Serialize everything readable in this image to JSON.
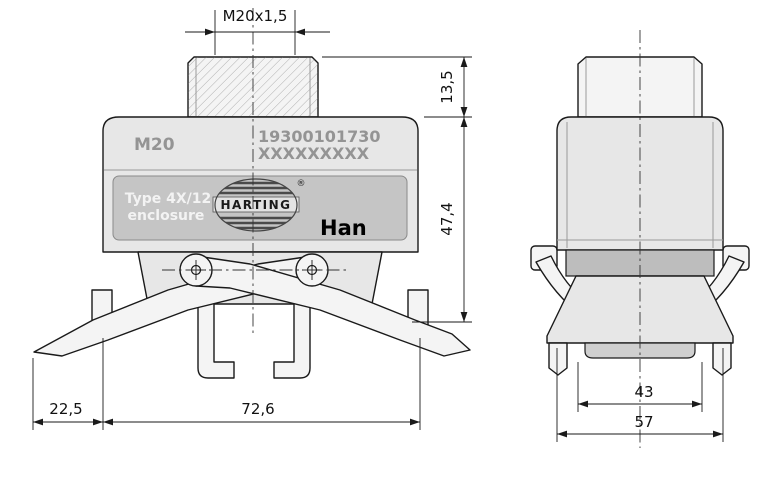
{
  "drawing": {
    "front": {
      "thread_callout": "M20x1,5",
      "marking_m20": "M20",
      "part_number": "19300101730",
      "serial_mask": "XXXXXXXXX",
      "type_line1": "Type 4X/12",
      "type_line2": "enclosure",
      "brand": "HARTING",
      "registered": "®",
      "series": "Han",
      "dim_thread_height": "13,5",
      "dim_height": "47,4",
      "dim_overhang": "22,5",
      "dim_width": "72,6"
    },
    "side": {
      "dim_inner": "43",
      "dim_outer": "57"
    },
    "colors": {
      "line": "#1a1a1a",
      "body_fill": "#e7e7e7",
      "band_fill": "#c5c5c5",
      "background": "#ffffff"
    }
  }
}
